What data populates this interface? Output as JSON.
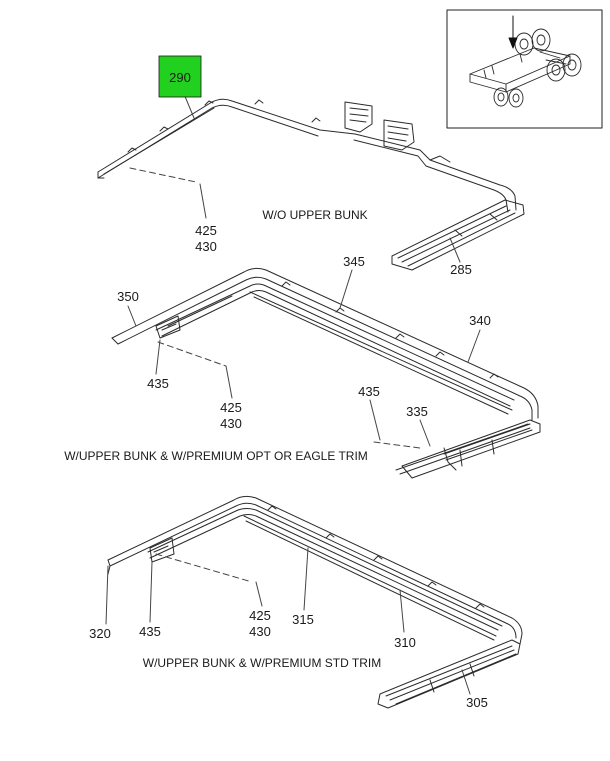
{
  "highlight_color": "#22d11f",
  "callouts": {
    "highlight": "290",
    "a425": "425",
    "a430": "430",
    "a285": "285",
    "b345": "345",
    "b350": "350",
    "b340": "340",
    "b435a": "435",
    "b425": "425",
    "b430": "430",
    "b435b": "435",
    "b335": "335",
    "c425": "425",
    "c430": "430",
    "c320": "320",
    "c435": "435",
    "c315": "315",
    "c310": "310",
    "c305": "305"
  },
  "captions": {
    "top": "W/O UPPER BUNK",
    "middle": "W/UPPER BUNK & W/PREMIUM OPT OR EAGLE TRIM",
    "bottom": "W/UPPER BUNK & W/PREMIUM STD TRIM"
  },
  "inset": {
    "icon": "truck-chassis-icon",
    "arrow": "down-arrow-icon"
  }
}
